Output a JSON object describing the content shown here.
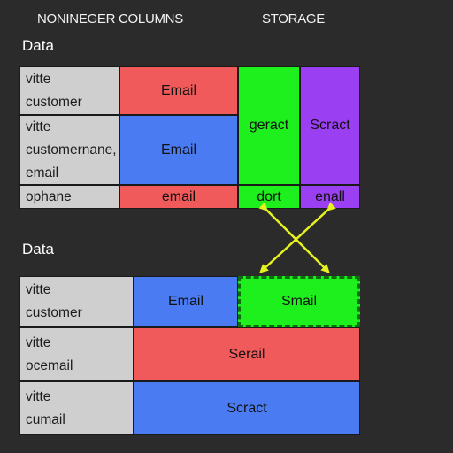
{
  "header": {
    "left": "NONINEGER COLUMNS",
    "right": "STORAGE"
  },
  "colors": {
    "background": "#2b2b2b",
    "row_label": "#cfcfcf",
    "red": "#f05a5a",
    "blue": "#4a7bf2",
    "green": "#1ef01e",
    "purple": "#9b3ff2",
    "arrow": "#e6f21e"
  },
  "top": {
    "title": "Data",
    "rows": [
      {
        "label_lines": [
          "vitte",
          "customer"
        ],
        "cell": "Email"
      },
      {
        "label_lines": [
          "vitte",
          "customernane,",
          "email"
        ],
        "cell": "Email"
      },
      {
        "label_lines": [
          "ophane"
        ],
        "cell": "email"
      }
    ],
    "green_col": {
      "main": "geract",
      "bottom": "dort"
    },
    "purple_col": {
      "main": "Scract",
      "bottom": "enall"
    }
  },
  "bottom": {
    "title": "Data",
    "rows": [
      {
        "label_lines": [
          "vitte",
          "customer"
        ],
        "cell": "Email",
        "cell2": "Smail"
      },
      {
        "label_lines": [
          "vitte",
          "ocemail"
        ],
        "cell": "Serail"
      },
      {
        "label_lines": [
          "vitte",
          "cumail"
        ],
        "cell": "Scract"
      }
    ]
  }
}
